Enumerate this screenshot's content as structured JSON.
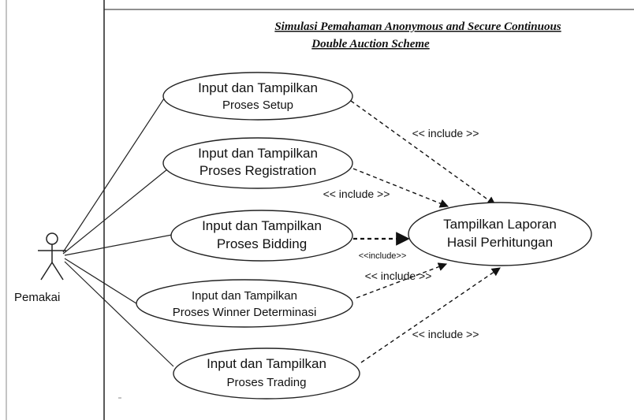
{
  "system": {
    "title_line1": "Simulasi Pemahaman Anonymous and Secure Continuous",
    "title_line2": "Double Auction Scheme"
  },
  "actor": {
    "label": "Pemakai",
    "icon": "stick-figure-icon"
  },
  "use_cases": [
    {
      "line1": "Input dan Tampilkan",
      "line2": "Proses Setup"
    },
    {
      "line1": "Input dan Tampilkan",
      "line2": "Proses Registration"
    },
    {
      "line1": "Input dan Tampilkan",
      "line2": "Proses Bidding"
    },
    {
      "line1": "Input dan Tampilkan",
      "line2": "Proses Winner Determinasi"
    },
    {
      "line1": "Input dan Tampilkan",
      "line2": "Proses Trading"
    },
    {
      "line1": "Tampilkan Laporan",
      "line2": "Hasil Perhitungan"
    }
  ],
  "relations": {
    "include_1": "<< include >>",
    "include_2": "<< include >>",
    "include_3": "<<include>>",
    "include_4": "<< include >>",
    "include_5": "<< include >>"
  }
}
